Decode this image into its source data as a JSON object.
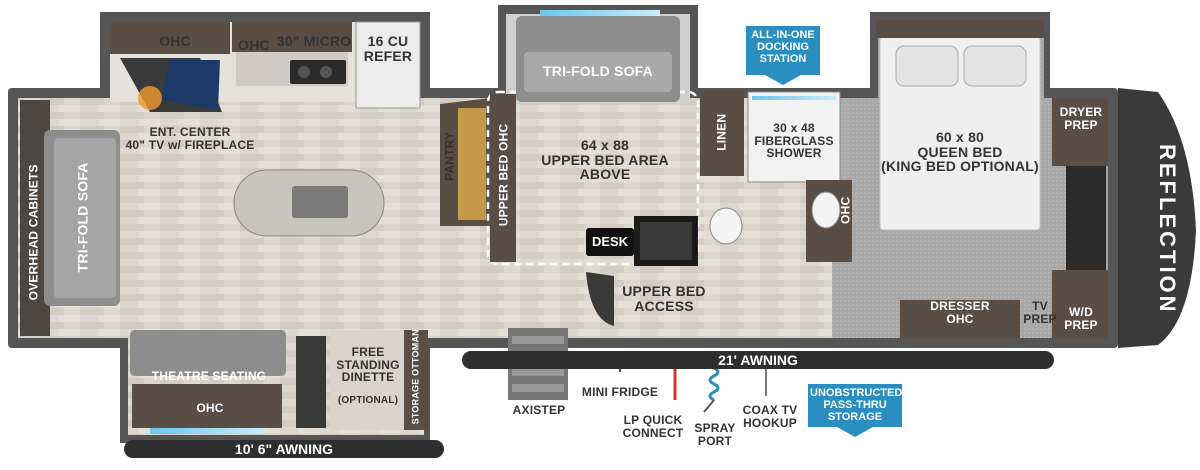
{
  "labels": {
    "ohc_kitchen": "OHC",
    "ohc_micro": "OHC",
    "micro": "30\" MICRO",
    "refer": "16 CU\nREFER",
    "ent_center": "ENT. CENTER\n40\" TV w/ FIREPLACE",
    "pantry": "PANTRY",
    "tri_fold_sofa_left": "TRI-FOLD SOFA",
    "overhead_cabinets": "OVERHEAD CABINETS",
    "tri_fold_sofa_top": "TRI-FOLD SOFA",
    "upper_bed_ohc": "UPPER BED OHC",
    "upper_bed_area": "64 x 88\nUPPER BED AREA\nABOVE",
    "desk": "DESK",
    "upper_bed_access": "UPPER BED\nACCESS",
    "linen": "LINEN",
    "shower": "30 x 48\nFIBERGLASS\nSHOWER",
    "ohc_bath": "OHC",
    "queen_bed": "60 x 80\nQUEEN BED\n(KING BED OPTIONAL)",
    "dryer_prep": "DRYER\nPREP",
    "wd_prep": "W/D\nPREP",
    "tv_prep": "TV\nPREP",
    "dresser_ohc": "DRESSER\nOHC",
    "theatre_seating": "THEATRE SEATING",
    "ohc_theatre": "OHC",
    "dinette": "FREE\nSTANDING\nDINETTE",
    "dinette_optional": "(OPTIONAL)",
    "storage_ottoman": "STORAGE OTTOMAN",
    "awning_rear": "10' 6\" AWNING",
    "awning_main": "21' AWNING",
    "axistep": "AXISTEP",
    "mini_fridge": "MINI FRIDGE",
    "lp_quick_connect": "LP QUICK\nCONNECT",
    "spray_port": "SPRAY\nPORT",
    "coax_tv_hookup": "COAX TV\nHOOKUP",
    "brand": "REFLECTION"
  },
  "badges": {
    "docking_station": "ALL-IN-ONE\nDOCKING\nSTATION",
    "pass_thru": "UNOBSTRUCTED\nPASS-THRU\nSTORAGE"
  },
  "colors": {
    "wall": "#6b6b6b",
    "floor": "#d9d4cc",
    "carpet": "#a9a9a9",
    "accent_blue": "#2a8fc0",
    "cabinet": "#5a4d44",
    "sofa": "#9a9a9a"
  }
}
